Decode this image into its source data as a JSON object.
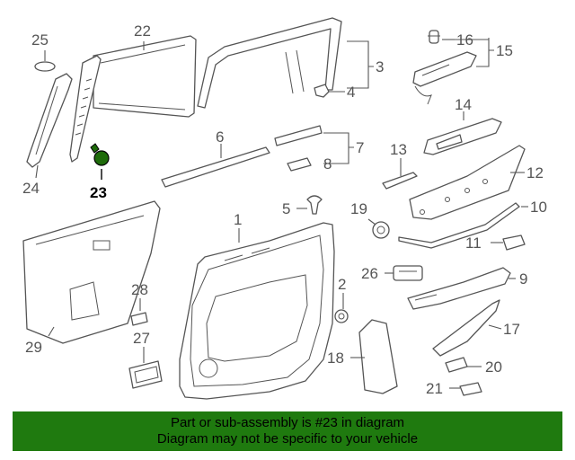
{
  "highlight_part": "23",
  "colors": {
    "footer_bg": "#1f7a0f",
    "highlight_part_fill": "#1e6b0a",
    "line": "#555555"
  },
  "callouts": {
    "c1": "1",
    "c2": "2",
    "c3": "3",
    "c4": "4",
    "c5": "5",
    "c6": "6",
    "c7": "7",
    "c8": "8",
    "c9": "9",
    "c10": "10",
    "c11": "11",
    "c12": "12",
    "c13": "13",
    "c14": "14",
    "c15": "15",
    "c16": "16",
    "c17": "17",
    "c18": "18",
    "c19": "19",
    "c20": "20",
    "c21": "21",
    "c22": "22",
    "c23": "23",
    "c24": "24",
    "c25": "25",
    "c26": "26",
    "c27": "27",
    "c28": "28",
    "c29": "29"
  },
  "footer": {
    "line1": "Part or sub-assembly is #23 in diagram",
    "line2": "Diagram may not be specific to your vehicle"
  }
}
